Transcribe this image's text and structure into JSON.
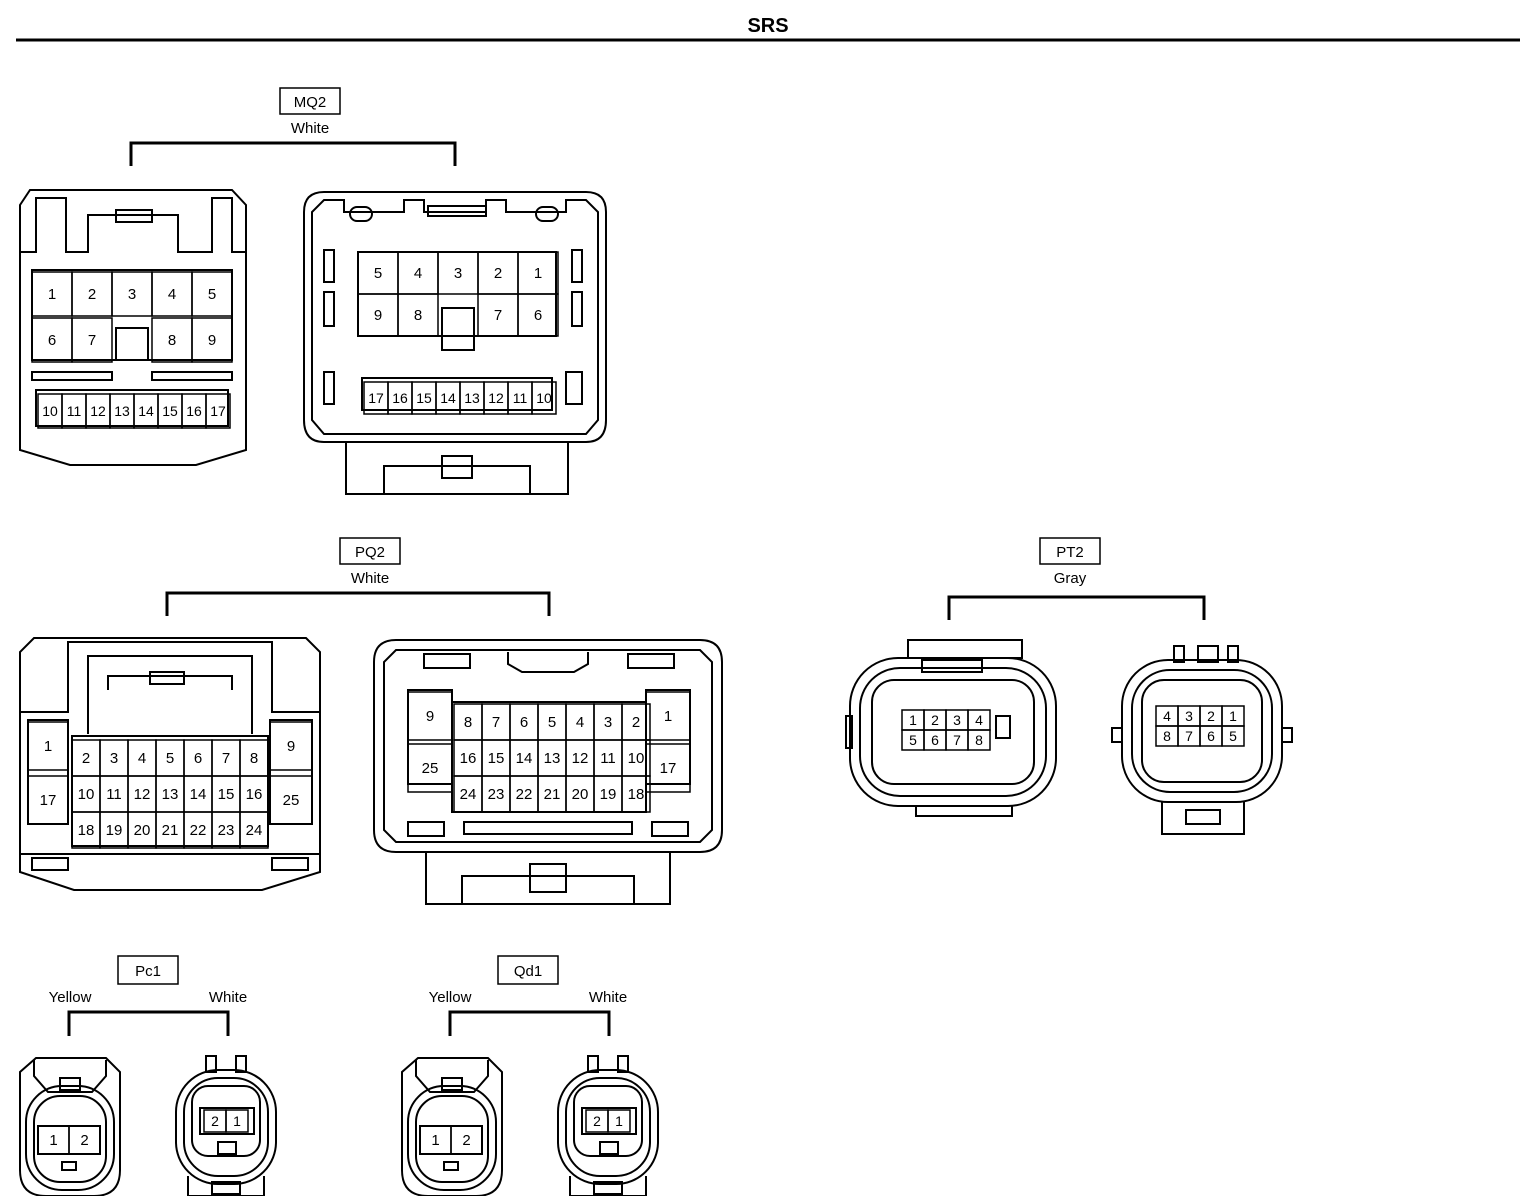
{
  "page": {
    "title": "SRS"
  },
  "connectors": {
    "mq2": {
      "tag": "MQ2",
      "color": "White",
      "left_pins": [
        "1",
        "2",
        "3",
        "4",
        "5",
        "6",
        "7",
        "8",
        "9",
        "10",
        "11",
        "12",
        "13",
        "14",
        "15",
        "16",
        "17"
      ],
      "right_pins": [
        "5",
        "4",
        "3",
        "2",
        "1",
        "9",
        "8",
        "7",
        "6",
        "17",
        "16",
        "15",
        "14",
        "13",
        "12",
        "11",
        "10"
      ]
    },
    "pq2": {
      "tag": "PQ2",
      "color": "White",
      "left_pins": [
        "1",
        "2",
        "3",
        "4",
        "5",
        "6",
        "7",
        "8",
        "9",
        "17",
        "10",
        "11",
        "12",
        "13",
        "14",
        "15",
        "16",
        "25",
        "18",
        "19",
        "20",
        "21",
        "22",
        "23",
        "24"
      ],
      "right_pins": [
        "9",
        "8",
        "7",
        "6",
        "5",
        "4",
        "3",
        "2",
        "1",
        "25",
        "16",
        "15",
        "14",
        "13",
        "12",
        "11",
        "10",
        "17",
        "24",
        "23",
        "22",
        "21",
        "20",
        "19",
        "18"
      ]
    },
    "pt2": {
      "tag": "PT2",
      "color": "Gray",
      "left_pins": [
        "1",
        "2",
        "3",
        "4",
        "5",
        "6",
        "7",
        "8"
      ],
      "right_pins": [
        "4",
        "3",
        "2",
        "1",
        "8",
        "7",
        "6",
        "5"
      ]
    },
    "pc1": {
      "tag": "Pc1",
      "color_left": "Yellow",
      "color_right": "White",
      "left_pins": [
        "1",
        "2"
      ],
      "right_pins": [
        "2",
        "1"
      ]
    },
    "qd1": {
      "tag": "Qd1",
      "color_left": "Yellow",
      "color_right": "White",
      "left_pins": [
        "1",
        "2"
      ],
      "right_pins": [
        "2",
        "1"
      ]
    }
  }
}
